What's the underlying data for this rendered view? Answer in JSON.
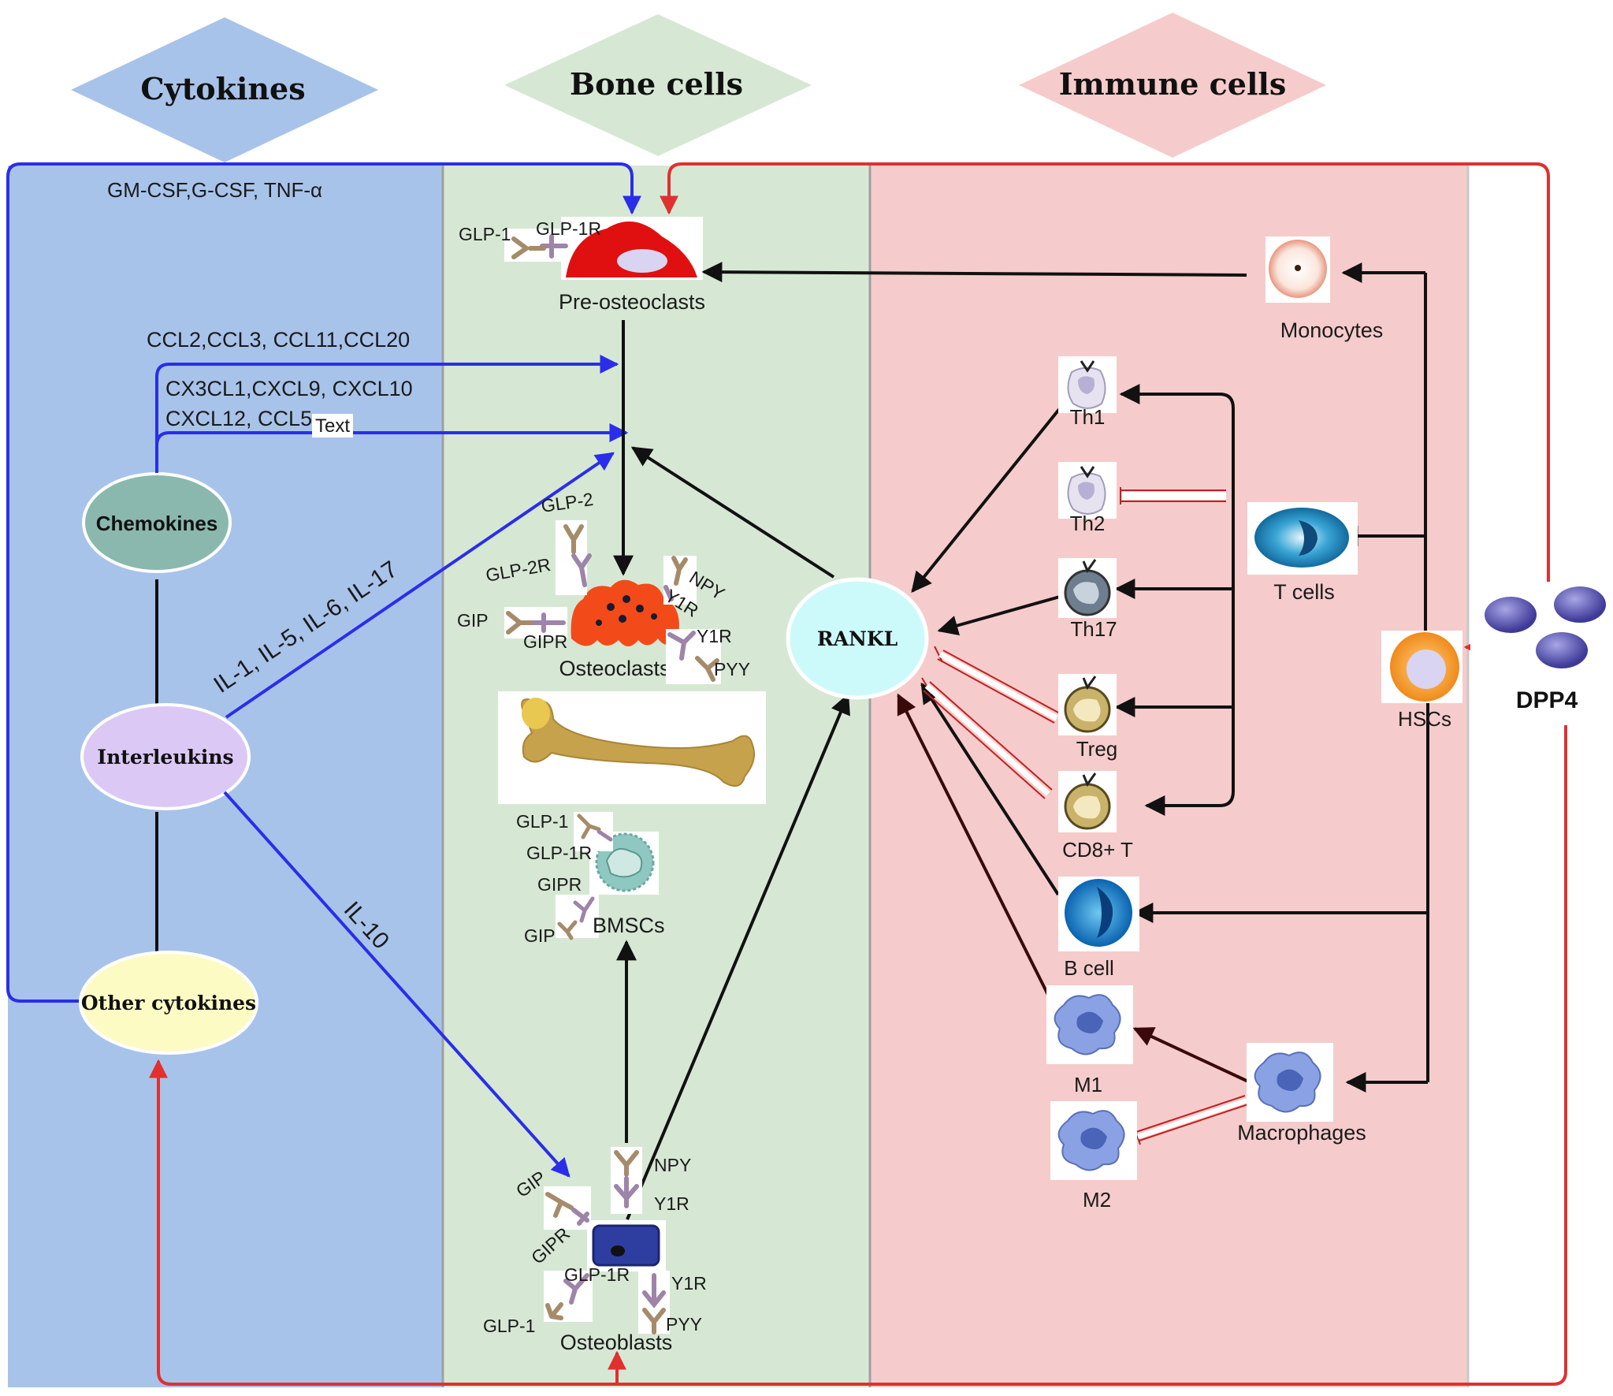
{
  "headers": {
    "cytokines": "Cytokines",
    "bone_cells": "Bone cells",
    "immune_cells": "Immune cells"
  },
  "cytokine_groups": {
    "chemokines": "Chemokines",
    "interleukins": "Interleukins",
    "other": "Other cytokines"
  },
  "signals": {
    "gm_csf": "GM-CSF,G-CSF, TNF-α",
    "ccl_line1": "CCL2,CCL3, CCL11,CCL20",
    "cxcl_line1": "CX3CL1,CXCL9, CXCL10",
    "cxcl_line2": "CXCL12, CCL5",
    "text_box": "Text",
    "interleukin_list": "IL-1, IL-5, IL-6, IL-17",
    "il10": "IL-10"
  },
  "bone": {
    "pre_osteoclasts": "Pre-osteoclasts",
    "osteoclasts": "Osteoclasts",
    "bmscs": "BMSCs",
    "osteoblasts": "Osteoblasts",
    "rankl": "RANKL"
  },
  "receptors": {
    "glp1": "GLP-1",
    "glp1r": "GLP-1R",
    "glp2": "GLP-2",
    "glp2r": "GLP-2R",
    "gip": "GIP",
    "gipr": "GIPR",
    "npy": "NPY",
    "y1r": "Y1R",
    "pyy": "PYY"
  },
  "immune": {
    "monocytes": "Monocytes",
    "th1": "Th1",
    "th2": "Th2",
    "th17": "Th17",
    "treg": "Treg",
    "cd8": "CD8+ T",
    "t_cells": "T cells",
    "b_cell": "B cell",
    "m1": "M1",
    "m2": "M2",
    "macrophages": "Macrophages",
    "hscs": "HSCs",
    "dpp4": "DPP4"
  },
  "colors": {
    "cytokine_panel": "#a8c3ea",
    "bone_panel": "#d6e8d4",
    "immune_panel": "#f5cccb",
    "blue_arrow": "#2a2ee8",
    "red_arrow": "#e03030",
    "black_arrow": "#111111"
  }
}
